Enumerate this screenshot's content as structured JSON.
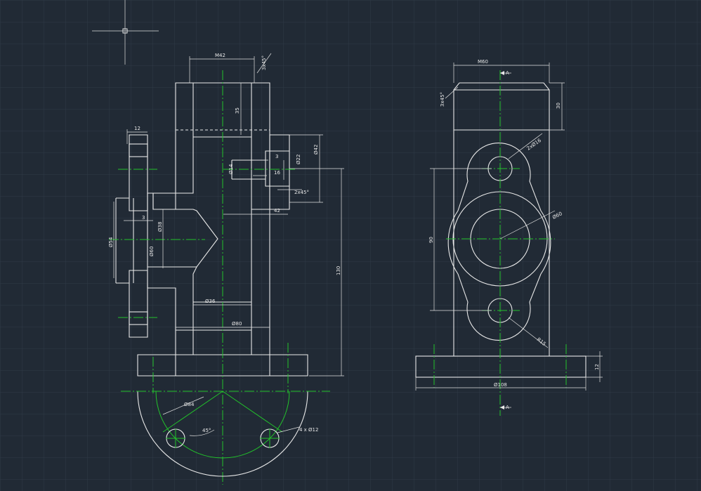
{
  "colors": {
    "background": "#212a35",
    "grid": "#2f3a47",
    "geometry": "#e9e9e9",
    "centerline": "#22c22b",
    "text": "#e8e8e8"
  },
  "cursor": {
    "icon": "crosshair-cursor-icon"
  },
  "front_view": {
    "dims": {
      "m42": "M42",
      "chamfer_top": "3x45°",
      "depth35": "35",
      "width12": "12",
      "d14": "Ø14",
      "w3_boss": "3",
      "w16": "16",
      "d22": "Ø22",
      "d42": "Ø42",
      "chamfer_boss": "2x45°",
      "w42": "42",
      "w3_flange": "3",
      "d54": "Ø54",
      "d38": "Ø38",
      "d60": "Ø60",
      "h130": "130",
      "d36": "Ø36",
      "d80": "Ø80"
    }
  },
  "side_view": {
    "dims": {
      "m60": "M60",
      "section_top": "A",
      "section_bottom": "A",
      "chamfer": "3x45°",
      "depth30": "30",
      "holes": "2xØ16",
      "d60": "Ø60",
      "h90": "90",
      "r15": "R15",
      "h12": "12",
      "d108": "Ø108"
    }
  },
  "bottom_view": {
    "dims": {
      "d84": "Ø84",
      "angle": "45°",
      "holes": "4 x Ø12"
    }
  }
}
